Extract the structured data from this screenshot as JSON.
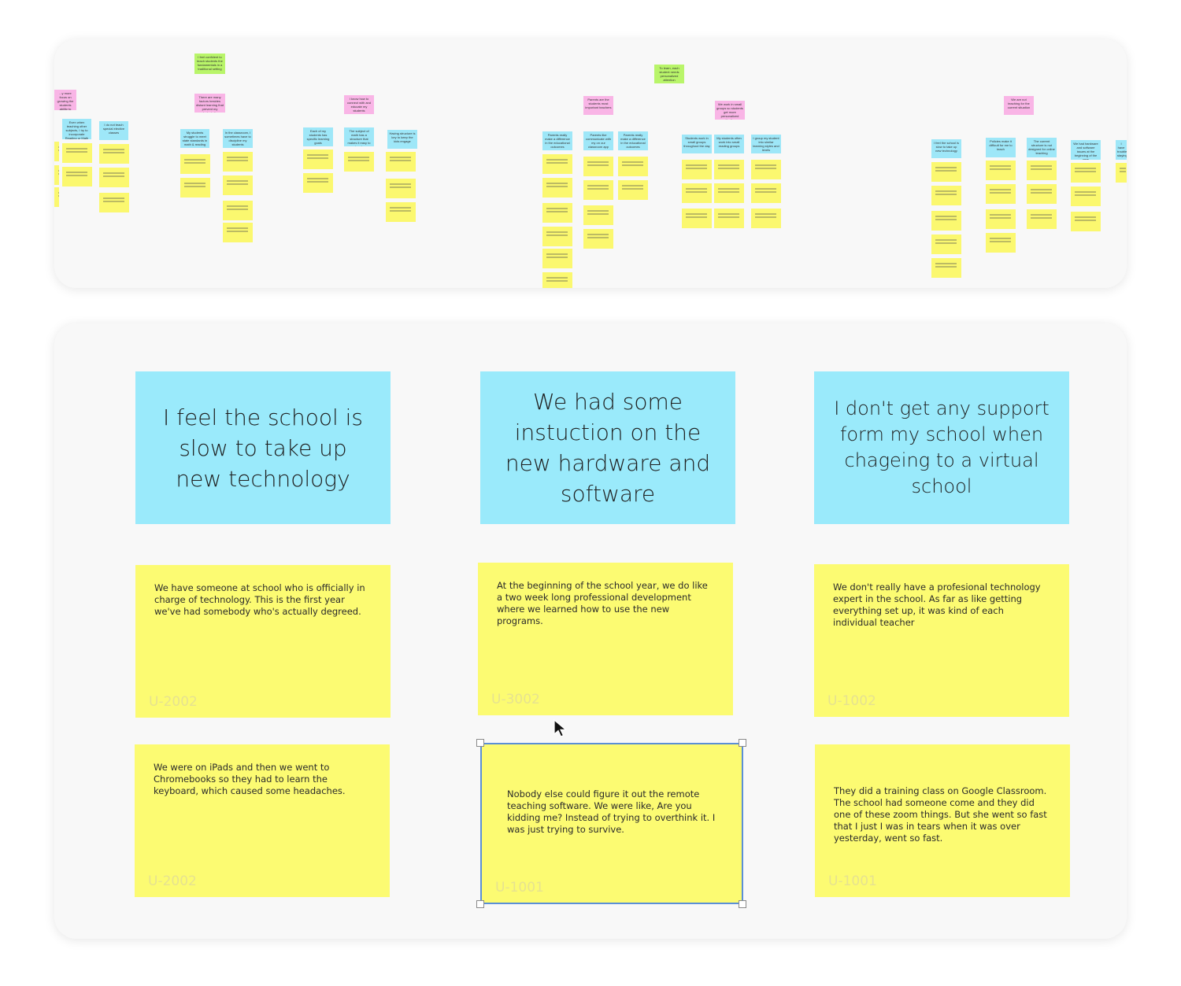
{
  "overview": {
    "notes": [
      {
        "k": "p",
        "t": "...y more focus on growing the students ability to excel"
      },
      {
        "k": "c",
        "t": "Even when teaching other subjects, I try to incorporate Reading or Math"
      },
      {
        "k": "c",
        "t": "I do not teach special elective classes"
      },
      {
        "k": "g",
        "t": "I feel confident to teach students the fundamentals in a traditional setting"
      },
      {
        "k": "p",
        "t": "There are many factors besides distant learning that prevent my students for learning"
      },
      {
        "k": "c",
        "t": "My students struggle to meet state standards in math & reading"
      },
      {
        "k": "c",
        "t": "In the classroom, I sometimes have to discipline my students"
      },
      {
        "k": "p",
        "t": "I know how to connect with and educate my students"
      },
      {
        "k": "c",
        "t": "Each of my students has specific learning goals"
      },
      {
        "k": "c",
        "t": "The subject of math has a structure that makes it easy to teach"
      },
      {
        "k": "c",
        "t": "Having structure is key to keep the kids engage"
      },
      {
        "k": "g",
        "t": "To learn, each student needs personalized attention"
      },
      {
        "k": "p",
        "t": "Parents are the students most important teachers"
      },
      {
        "k": "p",
        "t": "We work in small groups so students get more personalized attention"
      },
      {
        "k": "c",
        "t": "Parents really make a difference in the educational outcomes"
      },
      {
        "k": "c",
        "t": "Parents like communicate with my on our classroom app"
      },
      {
        "k": "c",
        "t": "Parents really make a difference in the educational outcomes"
      },
      {
        "k": "c",
        "t": "Students work in small groups throughout the day"
      },
      {
        "k": "c",
        "t": "My students often work into small reading groups"
      },
      {
        "k": "c",
        "t": "I group my student into similar learning styles and levels"
      },
      {
        "k": "p",
        "t": "We are not teaching for the current situation"
      },
      {
        "k": "c",
        "t": "I feel the school is slow to take up new technology"
      },
      {
        "k": "c",
        "t": "Policies make it difficult for me to teach"
      },
      {
        "k": "c",
        "t": "The current structure is not designed for online teaching"
      },
      {
        "k": "c",
        "t": "We had hardware and software issues at the beginning of the year"
      },
      {
        "k": "c",
        "t": "I have trouble staying..."
      }
    ]
  },
  "headers": [
    "I feel the school is slow to take up new technology",
    "We had some instuction on the new hardware and software",
    "I don't get any support form my school when chageing to a virtual school"
  ],
  "quotes": [
    {
      "text": "We have someone at school who is officially in charge of technology. This is the first year we've had somebody who's actually degreed.",
      "code": "U-2002"
    },
    {
      "text": "At the beginning of the school year, we do like a two week long professional development where we learned how to use the new programs.",
      "code": "U-3002"
    },
    {
      "text": "We don't really have a profesional technology expert in the school. As far as like getting everything set up, it was kind of each individual teacher",
      "code": "U-1002"
    },
    {
      "text": "We were on iPads and then we went to Chromebooks so they had to learn the keyboard, which caused some headaches.",
      "code": "U-2002"
    },
    {
      "text": "Nobody else could figure it out the remote teaching software. We were like, Are you kidding me? Instead of trying to overthink it. I was just trying to survive.",
      "code": "U-1001"
    },
    {
      "text": "They did a training class on Google Classroom. The school had someone come and they did one of these zoom things. But she went so fast that I just I was in tears when it was over yesterday, went so fast.",
      "code": "U-1001"
    }
  ],
  "colors": {
    "header": "#9aeafb",
    "sticky": "#fcfb72",
    "pink": "#f9b5e6",
    "green": "#b9f56a",
    "selection": "#5b8fd6"
  }
}
